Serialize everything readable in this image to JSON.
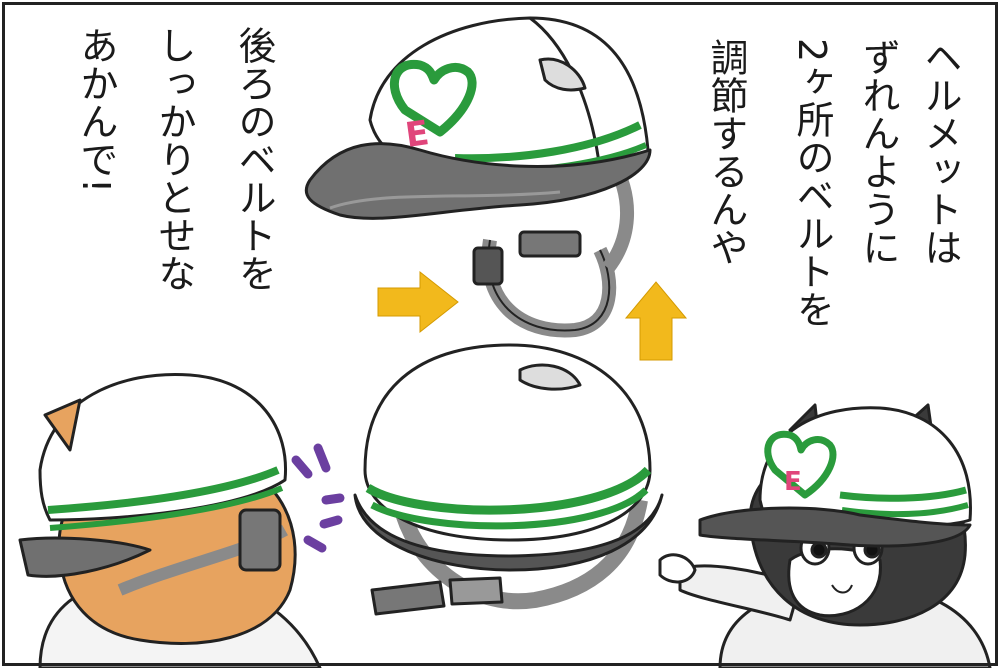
{
  "speech_right": {
    "lines": [
      "ヘルメットは",
      "ずれんように",
      "2ヶ所のベルトを",
      "調節するんや"
    ]
  },
  "speech_left": {
    "lines": [
      "後ろのベルトを",
      "しっかりとせな",
      "あかんで!"
    ]
  },
  "helmet": {
    "logo_letter": "E",
    "shell_color": "#ffffff",
    "stripe_color": "#2a9b3c",
    "logo_heart_color": "#2a9b3c",
    "logo_letter_color": "#e0457b",
    "visor_color": "#707070",
    "strap_color": "#8a8a8a"
  },
  "arrows": {
    "color": "#f2b91c",
    "count": 2
  },
  "motion_marks_color": "#6b3fa0",
  "characters": [
    "orange-cat-worker",
    "tuxedo-cat-worker"
  ],
  "cat_colors": {
    "orange": "#e7a35f",
    "tuxedo_dark": "#3a3a3a"
  }
}
